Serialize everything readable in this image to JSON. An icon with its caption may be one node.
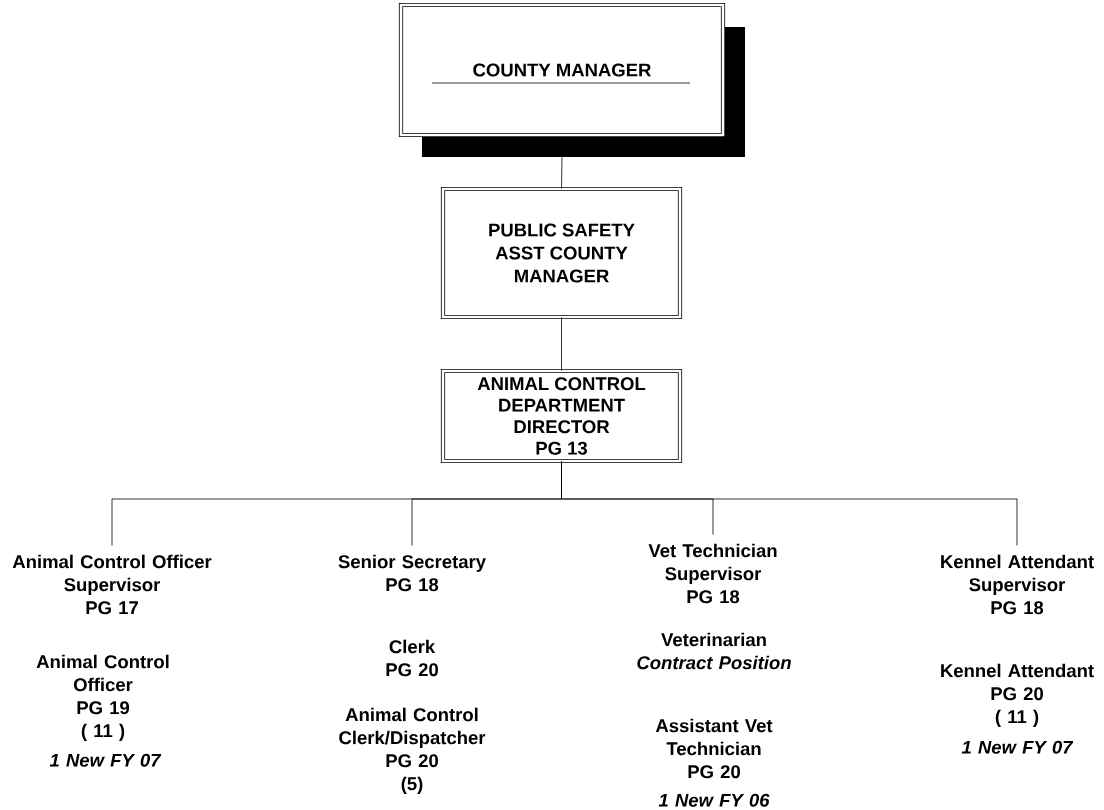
{
  "diagram": {
    "nodes": [
      {
        "text": [
          "COUNTY MANAGER"
        ]
      },
      {
        "text": [
          "PUBLIC SAFETY ASST COUNTY MANAGER"
        ]
      },
      {
        "text": [
          "ANIMAL CONTROL DEPARTMENT DIRECTOR PG 13"
        ]
      },
      {
        "text": [
          "Animal Control Officer Supervisor PG 17"
        ]
      },
      {
        "text": [
          "Senior Secretary PG 18"
        ]
      },
      {
        "text": [
          "Vet Technician Supervisor PG 18"
        ]
      },
      {
        "text": [
          "Kennel Attendant Supervisor PG 18"
        ]
      }
    ],
    "edges": [
      {
        "from": 0,
        "to": 1,
        "arrow": "none"
      },
      {
        "from": 1,
        "to": 2,
        "arrow": "none"
      },
      {
        "from": 2,
        "to": 3,
        "arrow": "none"
      },
      {
        "from": 2,
        "to": 4,
        "arrow": "none"
      },
      {
        "from": 2,
        "to": 5,
        "arrow": "none"
      },
      {
        "from": 2,
        "to": 6,
        "arrow": "none"
      }
    ],
    "labels": [
      "Animal Control Officer PG 19 ( 11 )",
      "1 New  FY 07",
      "Clerk PG 20",
      "Animal Control Clerk/Dispatcher PG 20 (5)",
      "Veterinarian",
      "Contract Position",
      "Assistant Vet Technician PG 20",
      "1 New FY 06",
      "Kennel Attendant PG 20 ( 11 )",
      "1 New FY 07"
    ]
  }
}
